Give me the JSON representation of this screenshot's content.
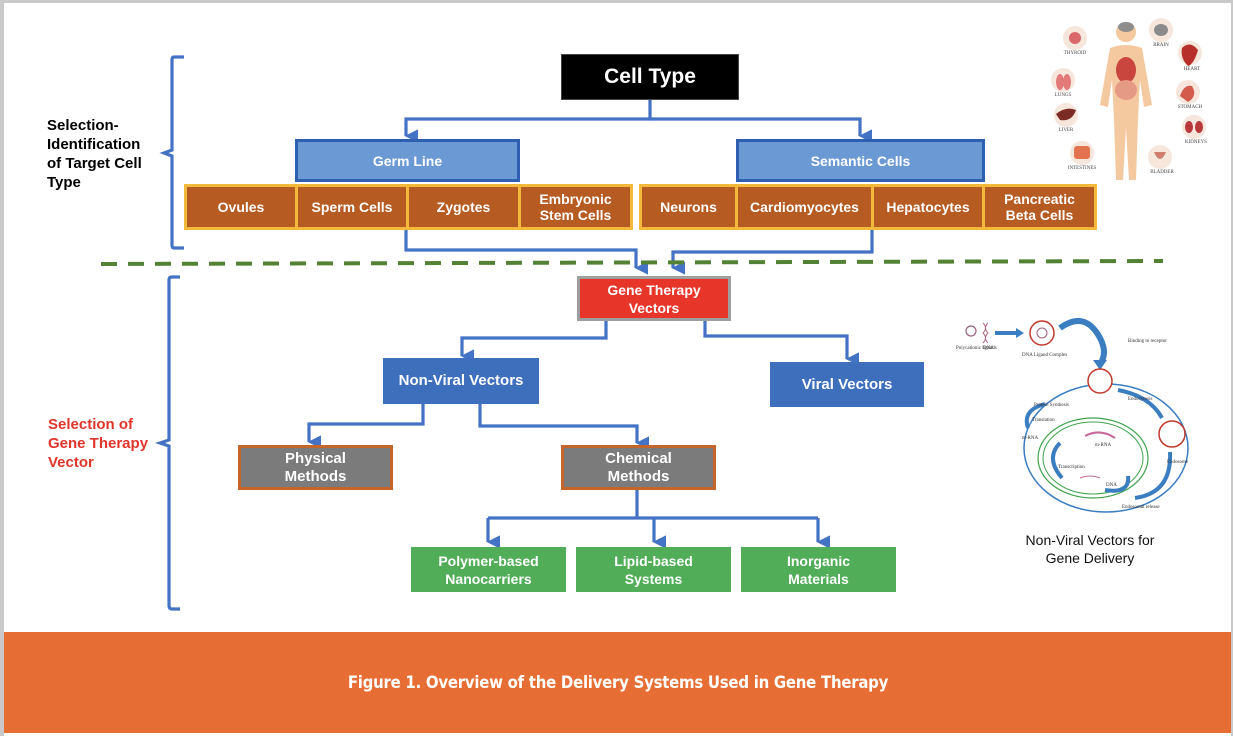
{
  "colors": {
    "connector": "#4472c4",
    "divider": "#548235",
    "root_fill": "#000000",
    "category_fill": "#6a99d3",
    "category_border": "#2f5fb0",
    "cell_fill": "#b65b22",
    "cell_border": "#f3b93a",
    "vector_fill": "#e8352a",
    "vector_border": "#9e9e9e",
    "type_fill": "#3e6fbd",
    "method_fill": "#7b7b7b",
    "method_border": "#c4652b",
    "material_fill": "#52ad59",
    "side_label_primary": "#000000",
    "side_label_accent": "#e0352b",
    "footer_fill": "#e66d33"
  },
  "section1": {
    "label": "Selection-\nIdentification\nof Target Cell\nType",
    "root": "Cell Type",
    "categories": [
      {
        "label": "Germ Line",
        "cells": [
          "Ovules",
          "Sperm Cells",
          "Zygotes",
          "Embryonic\nStem Cells"
        ]
      },
      {
        "label": "Semantic Cells",
        "cells": [
          "Neurons",
          "Cardiomyocytes",
          "Hepatocytes",
          "Pancreatic\nBeta Cells"
        ]
      }
    ]
  },
  "section2": {
    "label": "Selection of\nGene Therapy\nVector",
    "root": "Gene Therapy\nVectors",
    "types": [
      "Non-Viral Vectors",
      "Viral Vectors"
    ],
    "methods": [
      "Physical\nMethods",
      "Chemical\nMethods"
    ],
    "materials": [
      "Polymer-based\nNanocarriers",
      "Lipid-based\nSystems",
      "Inorganic\nMaterials"
    ]
  },
  "anatomy_illustration": {
    "organs": [
      "THYROID",
      "BRAIN",
      "HEART",
      "LUNGS",
      "STOMACH",
      "LIVER",
      "KIDNEYS",
      "INTESTINES",
      "BLADDER"
    ]
  },
  "delivery_illustration": {
    "labels": {
      "ligands": "Polycationic ligands",
      "dna": "DNA",
      "complex": "DNA Ligand Complex",
      "binding": "Binding to receptor",
      "endocytosis": "Endocytosis",
      "endosome": "Endosome",
      "release": "Endosomal release",
      "protein": "Protein Synthesis",
      "translation": "Translation",
      "mrna1": "m-RNA",
      "mrna2": "m-RNA",
      "transcription": "Transcription",
      "dna_nucleus": "DNA"
    },
    "caption": "Non-Viral Vectors for\nGene Delivery"
  },
  "footer": {
    "caption": "Figure 1. Overview of the Delivery Systems Used in Gene Therapy"
  }
}
